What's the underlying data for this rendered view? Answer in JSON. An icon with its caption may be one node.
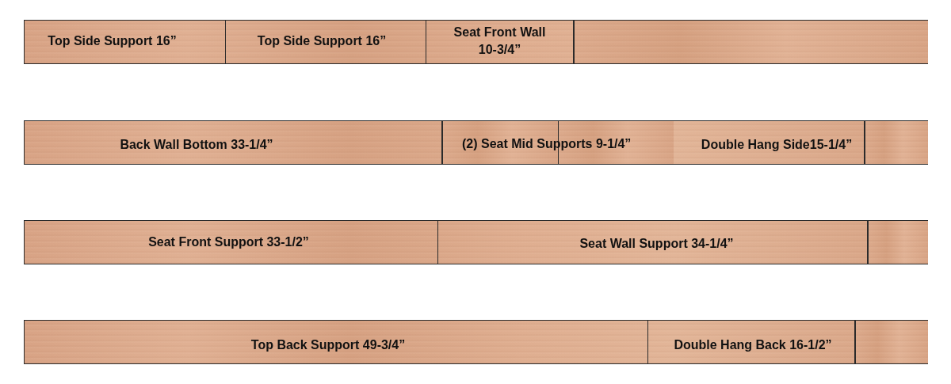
{
  "diagram": {
    "nodes": [
      {
        "text": [],
        "shape": "bar"
      },
      {
        "text": [
          "Top Side Support 16”"
        ],
        "in": 0
      },
      {
        "text": [
          "Top Side Support 16”"
        ],
        "in": 0
      },
      {
        "text": [
          "Seat Front Wall 10-3/4”"
        ],
        "in": 0
      },
      {
        "text": [],
        "shape": "box",
        "in": 0
      },
      {
        "text": [],
        "shape": "bar"
      },
      {
        "text": [
          "Back Wall Bottom 33-1/4”"
        ],
        "in": 5
      },
      {
        "text": [],
        "shape": "box",
        "in": 5
      },
      {
        "text": [],
        "shape": "box",
        "in": 5
      },
      {
        "text": [
          "Double Hang Side15-1/4”"
        ],
        "in": 5
      },
      {
        "text": [],
        "shape": "box",
        "in": 5
      },
      {
        "text": [],
        "shape": "bar"
      },
      {
        "text": [
          "Seat Front Support 33-1/2”"
        ],
        "in": 11
      },
      {
        "text": [
          "Seat Wall Support 34-1/4”"
        ],
        "in": 11
      },
      {
        "text": [],
        "shape": "box",
        "in": 11
      },
      {
        "text": [],
        "shape": "bar"
      },
      {
        "text": [
          "Top Back Support 49-3/4”"
        ],
        "in": 15
      },
      {
        "text": [
          "Double Hang Back 16-1/2”"
        ],
        "in": 15
      },
      {
        "text": [],
        "shape": "box",
        "in": 15
      }
    ],
    "labels": [
      "(2) Seat Mid Supports 9-1/4”"
    ]
  }
}
